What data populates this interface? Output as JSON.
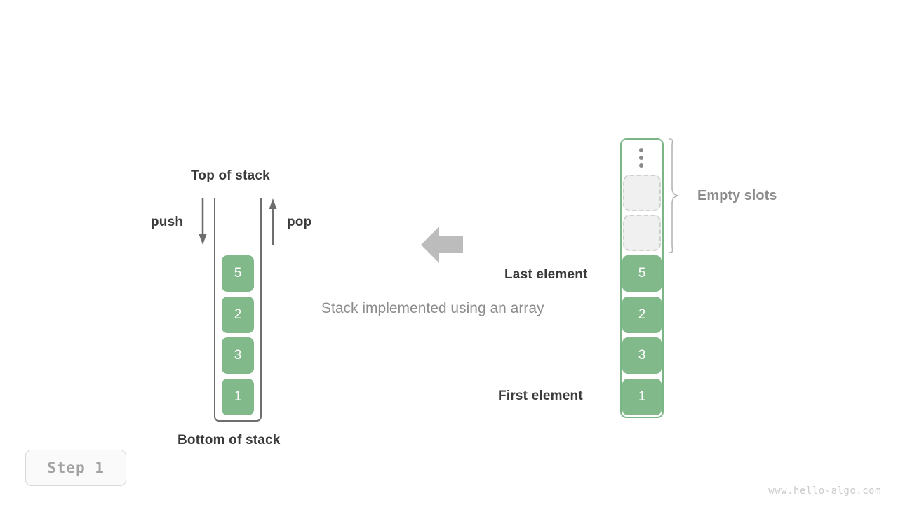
{
  "diagram": {
    "caption": "Stack implemented using an array",
    "stack": {
      "top_label": "Top of stack",
      "bottom_label": "Bottom of stack",
      "push_label": "push",
      "pop_label": "pop",
      "values": [
        "5",
        "2",
        "3",
        "1"
      ],
      "cell_color": "#81b98a",
      "wall_color": "#6e6e6e"
    },
    "array": {
      "empty_slots_label": "Empty slots",
      "last_element_label": "Last element",
      "first_element_label": "First element",
      "values": [
        "5",
        "2",
        "3",
        "1"
      ],
      "empty_slot_count": 2,
      "ellipsis_icon": "vertical-dots-icon",
      "frame_color": "#7bb686",
      "empty_slot_fill": "#f0f0f0",
      "empty_slot_border": "#cfcfcf"
    },
    "transition_arrow": {
      "direction": "left",
      "color": "#bcbcbc"
    }
  },
  "footer": {
    "step_label": "Step 1",
    "watermark": "www.hello-algo.com"
  }
}
